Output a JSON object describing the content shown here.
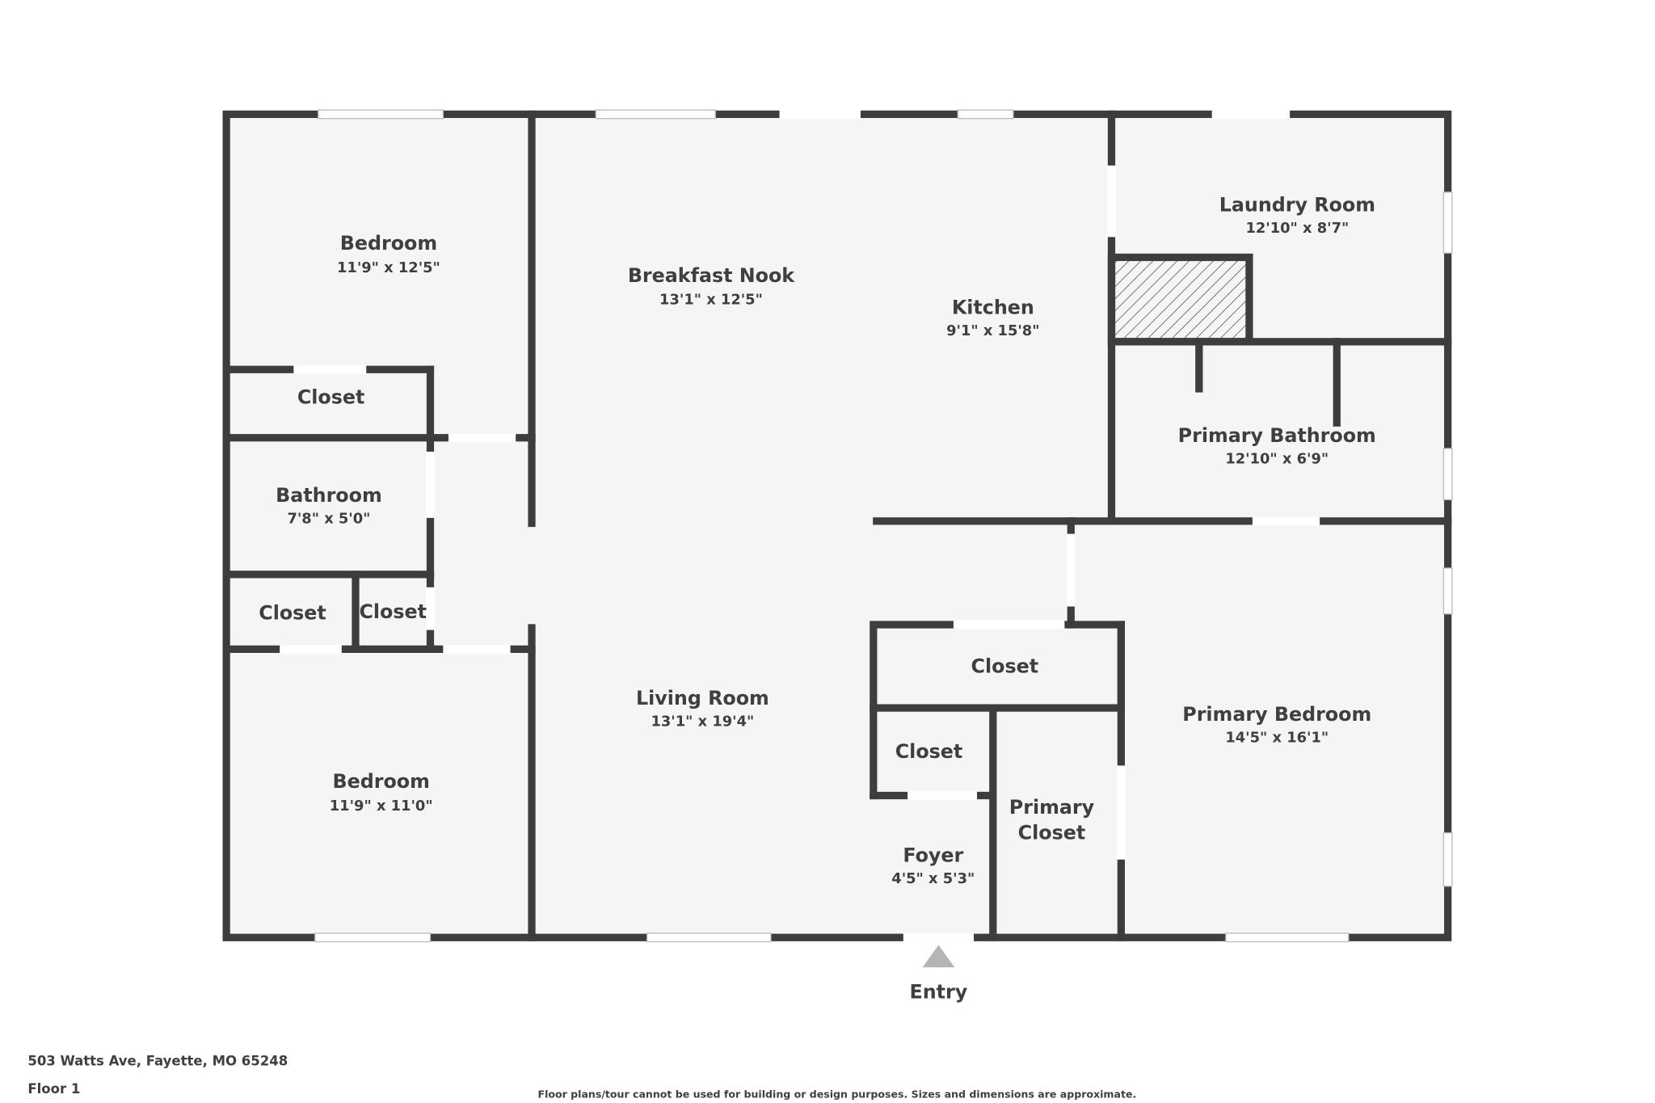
{
  "plan": {
    "address": "503 Watts Ave, Fayette, MO 65248",
    "floor": "Floor 1",
    "disclaimer": "Floor plans/tour cannot be used for building or design purposes. Sizes and dimensions are approximate.",
    "entry_label": "Entry",
    "colors": {
      "wall": "#3d3d3d",
      "floor": "#f5f5f5",
      "entry_marker": "#b5b5b5"
    }
  },
  "rooms": {
    "bedroom1": {
      "name": "Bedroom",
      "dims": "11'9\" x 12'5\""
    },
    "closet1": {
      "name": "Closet"
    },
    "bathroom": {
      "name": "Bathroom",
      "dims": "7'8\" x 5'0\""
    },
    "closet2": {
      "name": "Closet"
    },
    "closet3": {
      "name": "Closet"
    },
    "bedroom2": {
      "name": "Bedroom",
      "dims": "11'9\" x 11'0\""
    },
    "breakfast": {
      "name": "Breakfast Nook",
      "dims": "13'1\" x 12'5\""
    },
    "living": {
      "name": "Living Room",
      "dims": "13'1\" x 19'4\""
    },
    "kitchen": {
      "name": "Kitchen",
      "dims": "9'1\" x 15'8\""
    },
    "laundry": {
      "name": "Laundry Room",
      "dims": "12'10\" x 8'7\""
    },
    "primary_bath": {
      "name": "Primary Bathroom",
      "dims": "12'10\" x 6'9\""
    },
    "primary_bed": {
      "name": "Primary Bedroom",
      "dims": "14'5\" x 16'1\""
    },
    "closet4": {
      "name": "Closet"
    },
    "closet5": {
      "name": "Closet"
    },
    "primary_closet": {
      "name1": "Primary",
      "name2": "Closet"
    },
    "foyer": {
      "name": "Foyer",
      "dims": "4'5\" x 5'3\""
    }
  }
}
